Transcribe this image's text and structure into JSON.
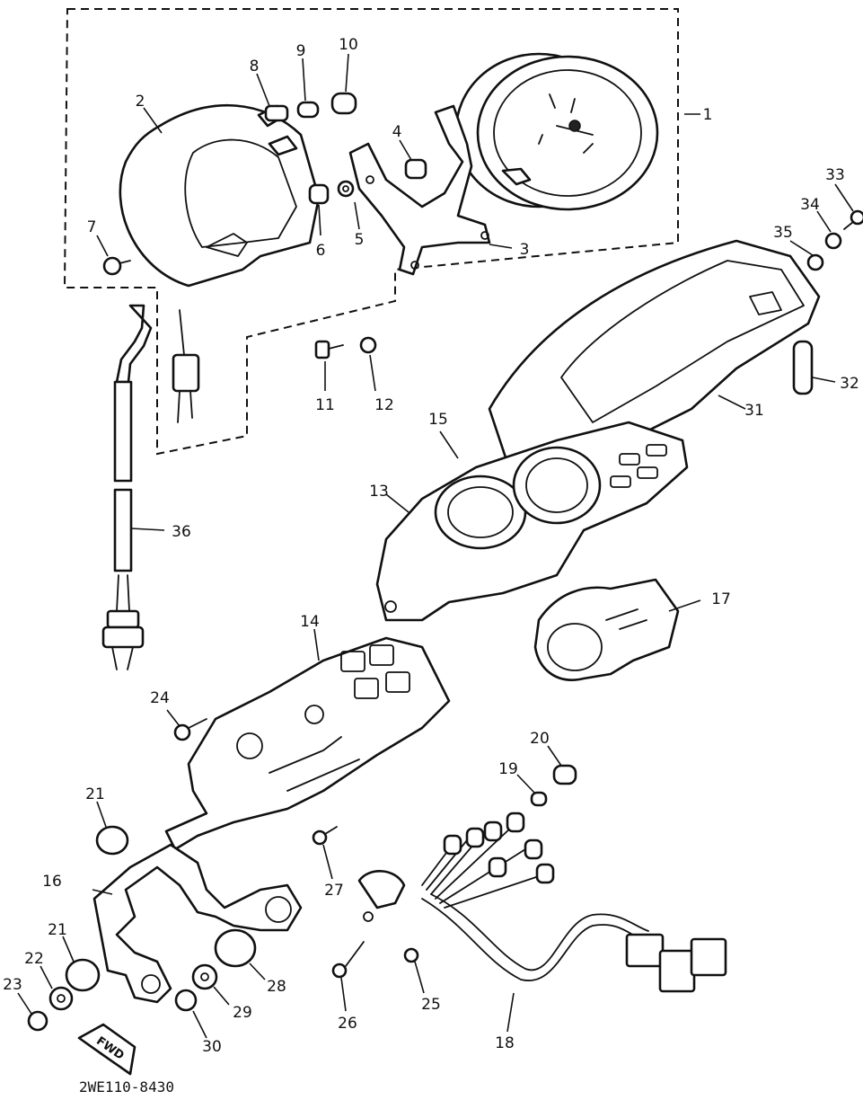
{
  "diagram": {
    "reference_code": "2WE110-8430",
    "direction_arrow_text": "FWD",
    "part_numbers": [
      "1",
      "2",
      "3",
      "4",
      "5",
      "6",
      "7",
      "8",
      "9",
      "10",
      "11",
      "12",
      "13",
      "14",
      "15",
      "16",
      "17",
      "18",
      "19",
      "20",
      "21",
      "21",
      "22",
      "23",
      "24",
      "25",
      "26",
      "27",
      "28",
      "29",
      "30",
      "31",
      "32",
      "33",
      "34",
      "35",
      "36"
    ]
  }
}
